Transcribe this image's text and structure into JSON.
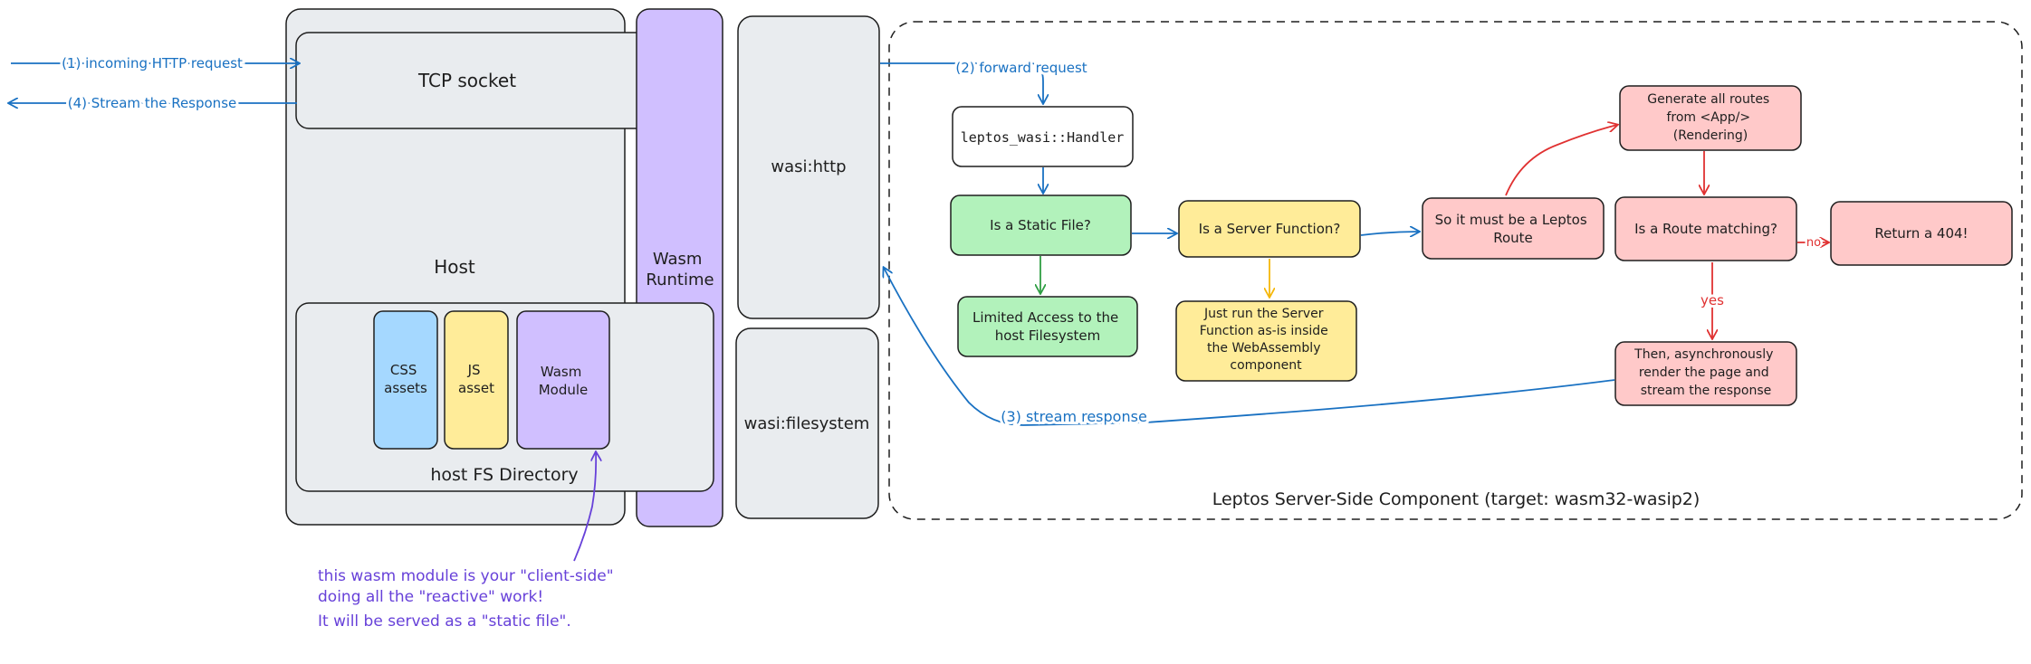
{
  "host": {
    "tcp_socket": "TCP socket",
    "host_label": "Host",
    "fs_directory": "host FS Directory",
    "css_assets": [
      "CSS",
      "assets"
    ],
    "js_asset": [
      "JS",
      "asset"
    ],
    "wasm_module": [
      "Wasm",
      "Module"
    ]
  },
  "runtime": {
    "label": [
      "Wasm",
      "Runtime"
    ]
  },
  "wasi": {
    "http": "wasi:http",
    "filesystem": "wasi:filesystem"
  },
  "arrows": {
    "incoming": "(1) incoming HTTP request",
    "stream": "(4) Stream the Response",
    "forward": "(2) forward request",
    "stream_response": "(3) stream response",
    "no": "no",
    "yes": "yes"
  },
  "component": {
    "title": "Leptos Server-Side Component (target: wasm32-wasip2)",
    "handler": "leptos_wasi::Handler",
    "static_file": "Is a Static File?",
    "limited_access": [
      "Limited Access to the",
      "host Filesystem"
    ],
    "server_function": "Is a Server Function?",
    "run_server_fn": [
      "Just run the Server",
      "Function as-is inside",
      "the WebAssembly",
      "component"
    ],
    "leptos_route": [
      "So it must be a Leptos",
      "Route"
    ],
    "generate_routes": [
      "Generate all routes",
      "from <App/>",
      "(Rendering)"
    ],
    "route_matching": "Is a Route matching?",
    "return_404": "Return a 404!",
    "render_stream": [
      "Then, asynchronously",
      "render the page and",
      "stream the response"
    ]
  },
  "note": {
    "lines": [
      "this wasm module is your \"client-side\"",
      "doing all the \"reactive\" work!",
      "",
      "It will be served as a \"static file\"."
    ]
  },
  "colors": {
    "gray_fill": "#e9ecef",
    "purple_fill": "#d0bfff",
    "blue_fill": "#a5d8ff",
    "yellow_fill": "#ffec99",
    "green_fill": "#b2f2bb",
    "red_fill": "#ffc9c9",
    "blue_arrow": "#1971c2",
    "purple_arrow": "#6741d9",
    "red_arrow": "#e03131",
    "green_arrow": "#2f9e44",
    "yellow_arrow": "#f5b70a"
  }
}
